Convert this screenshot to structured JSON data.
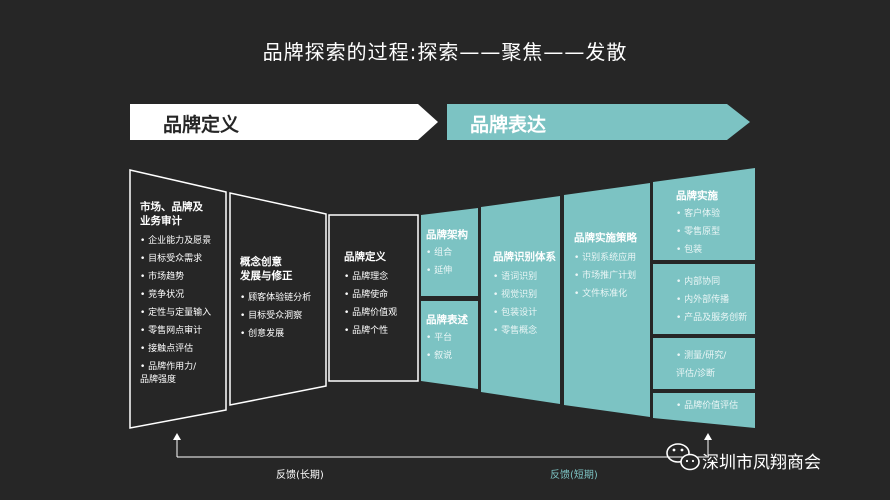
{
  "title": "品牌探索的过程:探索——聚焦——发散",
  "banners": {
    "left": "品牌定义",
    "right": "品牌表达"
  },
  "panels": {
    "p1": {
      "title": "市场、品牌及\n业务审计",
      "items": [
        "企业能力及愿景",
        "目标受众需求",
        "市场趋势",
        "竞争状况",
        "定性与定量输入",
        "零售网点审计",
        "接触点评估",
        "品牌作用力/\n品牌强度"
      ]
    },
    "p2": {
      "title": "概念创意\n发展与修正",
      "items": [
        "顾客体验链分析",
        "目标受众洞察",
        "创意发展"
      ]
    },
    "p3": {
      "title": "品牌定义",
      "items": [
        "品牌理念",
        "品牌使命",
        "品牌价值观",
        "品牌个性"
      ]
    },
    "p4a": {
      "title": "品牌架构",
      "items": [
        "组合",
        "延伸"
      ]
    },
    "p4b": {
      "title": "品牌表述",
      "items": [
        "平台",
        "叙说"
      ]
    },
    "p5": {
      "title": "品牌识别体系",
      "items": [
        "语词识别",
        "视觉识别",
        "包装设计",
        "零售概念"
      ]
    },
    "p6": {
      "title": "品牌实施策略",
      "items": [
        "识别系统应用",
        "市场推广计划",
        "文件标准化"
      ]
    },
    "p7a": {
      "title": "品牌实施",
      "items": [
        "客户体验",
        "零售原型",
        "包装"
      ]
    },
    "p7b": {
      "title": "",
      "items": [
        "内部协同",
        "内外部传播",
        "产品及服务创新"
      ]
    },
    "p7c": {
      "title": "",
      "items": [
        "测量/研究/\n评估/诊断"
      ]
    },
    "p7d": {
      "title": "",
      "items": [
        "品牌价值评估"
      ]
    }
  },
  "feedback": {
    "long": "反馈(长期)",
    "short": "反馈(短期)"
  },
  "watermark": "深圳市凤翔商会",
  "colors": {
    "teal": "#7cc3c3",
    "dark": "#262626",
    "white": "#ffffff"
  }
}
